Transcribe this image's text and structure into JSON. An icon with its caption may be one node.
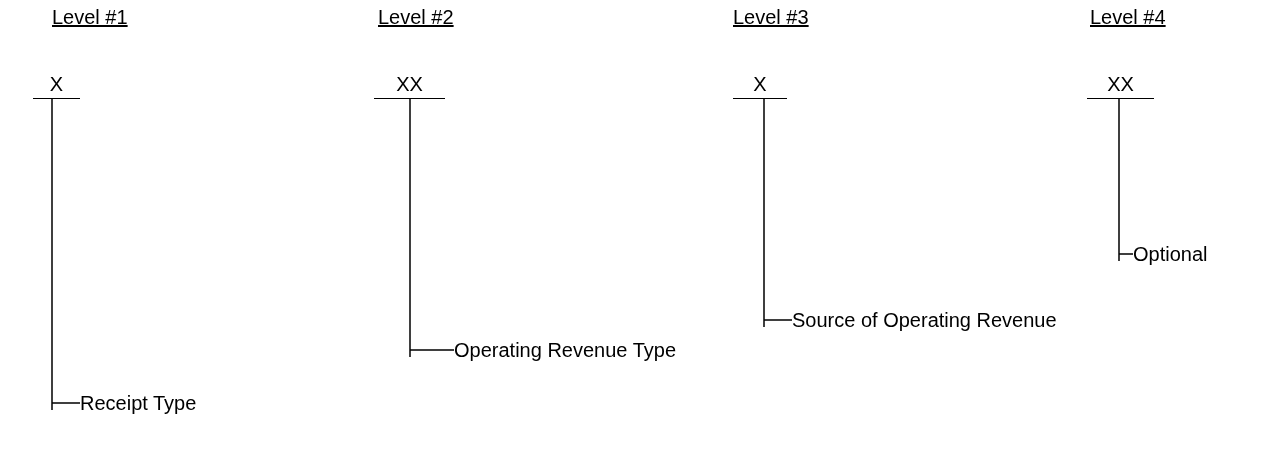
{
  "diagram": {
    "nodes": [
      {
        "text": [
          "X"
        ],
        "beside": [
          "Level #1"
        ]
      },
      {
        "text": [
          "XX"
        ],
        "beside": [
          "Level #2"
        ]
      },
      {
        "text": [
          "X"
        ],
        "beside": [
          "Level #3"
        ]
      },
      {
        "text": [
          "XX"
        ],
        "beside": [
          "Level #4"
        ]
      },
      {
        "text": [
          "Receipt Type"
        ]
      },
      {
        "text": [
          "Operating Revenue Type"
        ]
      },
      {
        "text": [
          "Source of Operating Revenue"
        ]
      },
      {
        "text": [
          "Optional"
        ]
      }
    ],
    "edges": [
      {
        "from": 0,
        "to": 4,
        "arrow": "none"
      },
      {
        "from": 1,
        "to": 5,
        "arrow": "none"
      },
      {
        "from": 2,
        "to": 6,
        "arrow": "none"
      },
      {
        "from": 3,
        "to": 7,
        "arrow": "none"
      }
    ]
  }
}
